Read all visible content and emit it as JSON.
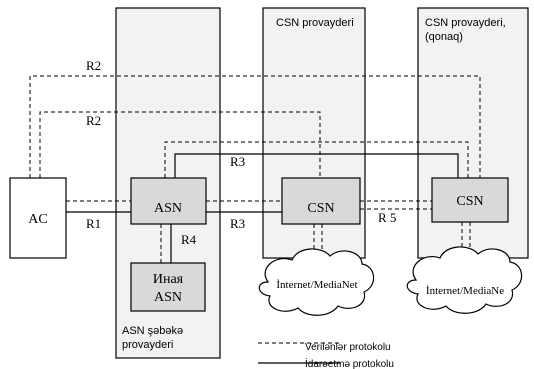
{
  "providers": {
    "csn_home": "CSN provayderi",
    "csn_guest_line1": "CSN provayderi,",
    "csn_guest_line2": "(qonaq)",
    "asn_line1": "ASN şəbəkə",
    "asn_line2": "provayderi"
  },
  "nodes": {
    "ac": "AC",
    "asn": "ASN",
    "other_asn_line1": "Иная",
    "other_asn_line2": "ASN",
    "csn_home": "CSN",
    "csn_guest": "CSN"
  },
  "clouds": {
    "home": "İnternet/MediaNet",
    "guest": "İnternet/MediaNe"
  },
  "links": {
    "r1": "R1",
    "r2_outer": "R2",
    "r2_inner": "R2",
    "r3_upper": "R3",
    "r3_lower": "R3",
    "r4": "R4",
    "r5": "R 5"
  },
  "legend": {
    "data_protocol": "Verilənlər protokolu",
    "control_protocol": "İdarəetmə protokolu"
  }
}
